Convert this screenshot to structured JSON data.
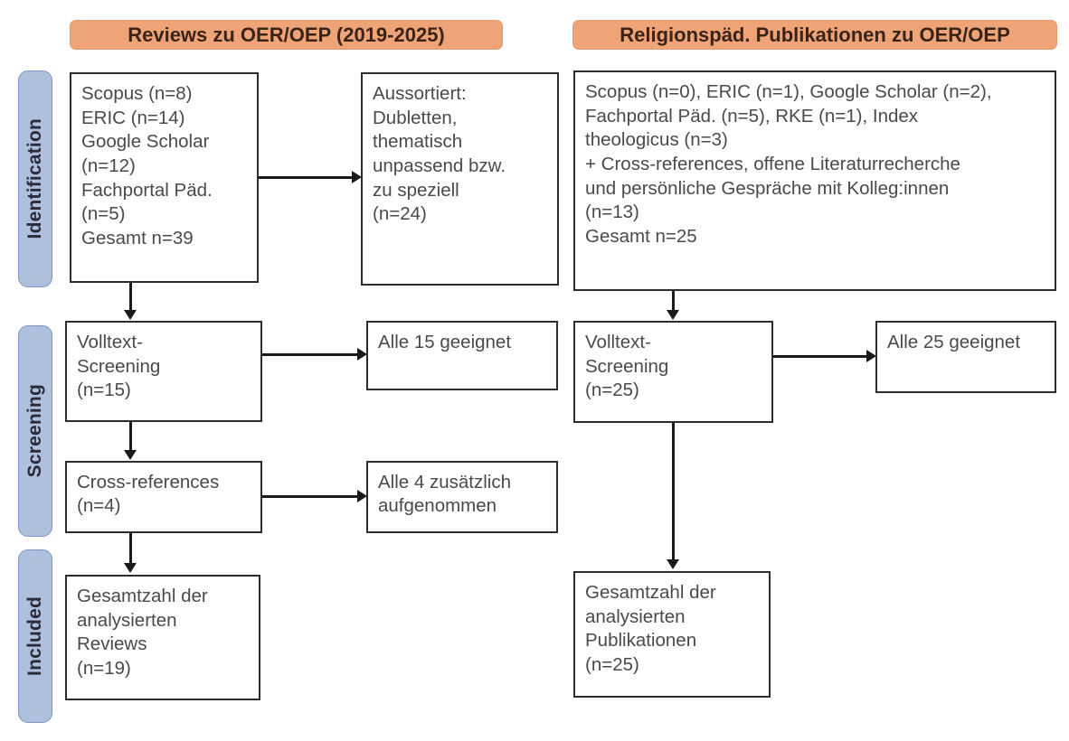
{
  "figure": {
    "type": "prisma-flow-diagram",
    "language": "de"
  },
  "columns": [
    {
      "id": "reviews",
      "header": "Reviews zu OER/OEP (2019-2025)"
    },
    {
      "id": "religionspaed",
      "header": "Religionspäd. Publikationen zu OER/OEP"
    }
  ],
  "stages": [
    {
      "id": "identification",
      "label": "Identification"
    },
    {
      "id": "screening",
      "label": "Screening"
    },
    {
      "id": "included",
      "label": "Included"
    }
  ],
  "boxes": {
    "left_identification_sources": "Scopus (n=8)\nERIC (n=14)\nGoogle Scholar\n(n=12)\nFachportal Päd.\n(n=5)\nGesamt n=39",
    "left_excluded": "Aussortiert:\nDubletten,\nthematisch\nunpassend bzw.\nzu speziell\n(n=24)",
    "right_identification_sources": "Scopus (n=0), ERIC (n=1), Google Scholar (n=2),\nFachportal Päd. (n=5), RKE (n=1), Index\ntheologicus (n=3)\n+ Cross-references, offene Literaturrecherche\nund persönliche Gespräche mit Kolleg:innen\n(n=13)\nGesamt n=25",
    "left_fulltext_screening": "Volltext-\nScreening\n(n=15)",
    "left_fulltext_result": "Alle 15 geeignet",
    "left_cross_references": "Cross-references\n(n=4)",
    "left_cross_result": "Alle 4 zusätzlich\naufgenommen",
    "right_fulltext_screening": "Volltext-\nScreening\n(n=25)",
    "right_fulltext_result": "Alle 25 geeignet",
    "left_included_total": "Gesamtzahl der\nanalysierten\nReviews\n(n=19)",
    "right_included_total": "Gesamtzahl der\nanalysierten\nPublikationen\n(n=25)"
  },
  "counts": {
    "left_scopus": 8,
    "left_eric": 14,
    "left_google_scholar": 12,
    "left_fachportal": 5,
    "left_total_identified": 39,
    "left_excluded": 24,
    "left_fulltext_screened": 15,
    "left_fulltext_eligible": 15,
    "left_cross_references": 4,
    "left_cross_added": 4,
    "left_included": 19,
    "right_scopus": 0,
    "right_eric": 1,
    "right_google_scholar": 2,
    "right_fachportal": 5,
    "right_rke": 1,
    "right_index_theologicus": 3,
    "right_other_sources": 13,
    "right_total_identified": 25,
    "right_fulltext_screened": 25,
    "right_fulltext_eligible": 25,
    "right_included": 25
  },
  "colors": {
    "header_orange": "#efa477",
    "stage_blue": "#aec0de",
    "stage_blue_border": "#7f96bf",
    "box_border": "#2d2d2d",
    "text": "#4a4a4a"
  }
}
